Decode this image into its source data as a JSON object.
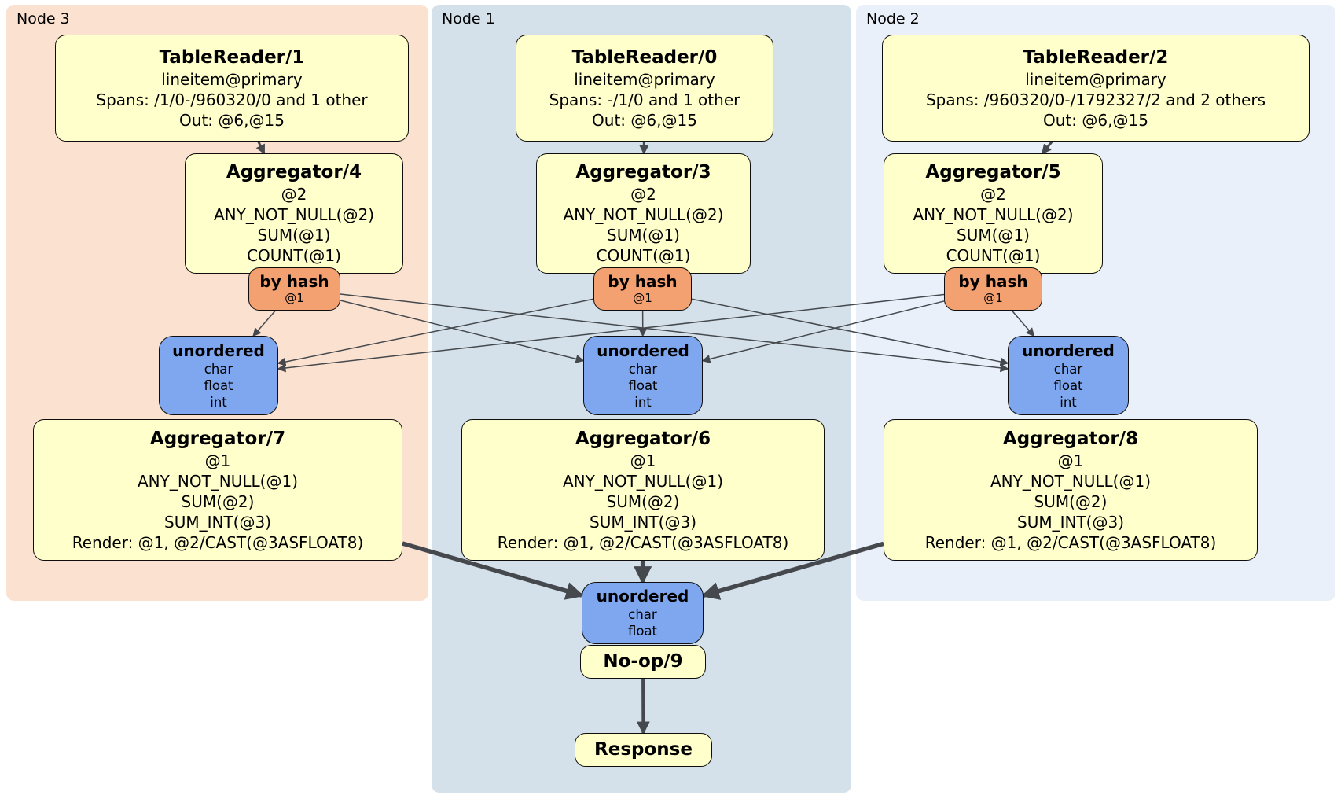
{
  "regions": [
    {
      "id": "node3",
      "label": "Node 3",
      "bg": "#fbe1d0"
    },
    {
      "id": "node1",
      "label": "Node 1",
      "bg": "#d4e1ea"
    },
    {
      "id": "node2",
      "label": "Node 2",
      "bg": "#eaf0f9"
    }
  ],
  "palette": {
    "processor_fill": "#ffffcc",
    "router_fill": "#f3a170",
    "sync_fill": "#7ea7ef",
    "edge": "#45494d",
    "border": "#0e0e0e"
  },
  "nodes": [
    {
      "id": "tr1",
      "region": "node3",
      "kind": "processor",
      "title": "TableReader/1",
      "lines": [
        "lineitem@primary",
        "Spans: /1/0-/960320/0 and 1 other",
        "Out: @6,@15"
      ]
    },
    {
      "id": "agg4",
      "region": "node3",
      "kind": "processor",
      "title": "Aggregator/4",
      "lines": [
        "@2",
        "ANY_NOT_NULL(@2)",
        "SUM(@1)",
        "COUNT(@1)"
      ]
    },
    {
      "id": "rt3",
      "region": "node3",
      "kind": "router",
      "title": "by hash",
      "lines": [
        "@1"
      ]
    },
    {
      "id": "sy3",
      "region": "node3",
      "kind": "sync",
      "title": "unordered",
      "lines": [
        "char",
        "float",
        "int"
      ]
    },
    {
      "id": "agg7",
      "region": "node3",
      "kind": "processor",
      "title": "Aggregator/7",
      "lines": [
        "@1",
        "ANY_NOT_NULL(@1)",
        "SUM(@2)",
        "SUM_INT(@3)",
        "Render: @1, @2/CAST(@3ASFLOAT8)"
      ]
    },
    {
      "id": "tr0",
      "region": "node1",
      "kind": "processor",
      "title": "TableReader/0",
      "lines": [
        "lineitem@primary",
        "Spans: -/1/0 and 1 other",
        "Out: @6,@15"
      ]
    },
    {
      "id": "agg3",
      "region": "node1",
      "kind": "processor",
      "title": "Aggregator/3",
      "lines": [
        "@2",
        "ANY_NOT_NULL(@2)",
        "SUM(@1)",
        "COUNT(@1)"
      ]
    },
    {
      "id": "rt1",
      "region": "node1",
      "kind": "router",
      "title": "by hash",
      "lines": [
        "@1"
      ]
    },
    {
      "id": "sy1",
      "region": "node1",
      "kind": "sync",
      "title": "unordered",
      "lines": [
        "char",
        "float",
        "int"
      ]
    },
    {
      "id": "agg6",
      "region": "node1",
      "kind": "processor",
      "title": "Aggregator/6",
      "lines": [
        "@1",
        "ANY_NOT_NULL(@1)",
        "SUM(@2)",
        "SUM_INT(@3)",
        "Render: @1, @2/CAST(@3ASFLOAT8)"
      ]
    },
    {
      "id": "syf",
      "region": "node1",
      "kind": "sync",
      "title": "unordered",
      "lines": [
        "char",
        "float"
      ]
    },
    {
      "id": "noop",
      "region": "node1",
      "kind": "processor",
      "title": "No-op/9",
      "lines": []
    },
    {
      "id": "resp",
      "region": "node1",
      "kind": "processor",
      "title": "Response",
      "lines": []
    },
    {
      "id": "tr2",
      "region": "node2",
      "kind": "processor",
      "title": "TableReader/2",
      "lines": [
        "lineitem@primary",
        "Spans: /960320/0-/1792327/2 and 2 others",
        "Out: @6,@15"
      ]
    },
    {
      "id": "agg5",
      "region": "node2",
      "kind": "processor",
      "title": "Aggregator/5",
      "lines": [
        "@2",
        "ANY_NOT_NULL(@2)",
        "SUM(@1)",
        "COUNT(@1)"
      ]
    },
    {
      "id": "rt2",
      "region": "node2",
      "kind": "router",
      "title": "by hash",
      "lines": [
        "@1"
      ]
    },
    {
      "id": "sy2",
      "region": "node2",
      "kind": "sync",
      "title": "unordered",
      "lines": [
        "char",
        "float",
        "int"
      ]
    },
    {
      "id": "agg8",
      "region": "node2",
      "kind": "processor",
      "title": "Aggregator/8",
      "lines": [
        "@1",
        "ANY_NOT_NULL(@1)",
        "SUM(@2)",
        "SUM_INT(@3)",
        "Render: @1, @2/CAST(@3ASFLOAT8)"
      ]
    }
  ],
  "edges": [
    {
      "from": "tr1",
      "to": "agg4",
      "style": "mid"
    },
    {
      "from": "tr0",
      "to": "agg3",
      "style": "mid"
    },
    {
      "from": "tr2",
      "to": "agg5",
      "style": "mid"
    },
    {
      "from": "rt3",
      "to": "sy3",
      "style": "thin"
    },
    {
      "from": "rt3",
      "to": "sy1",
      "style": "thin"
    },
    {
      "from": "rt3",
      "to": "sy2",
      "style": "thin"
    },
    {
      "from": "rt1",
      "to": "sy3",
      "style": "thin"
    },
    {
      "from": "rt1",
      "to": "sy1",
      "style": "thin"
    },
    {
      "from": "rt1",
      "to": "sy2",
      "style": "thin"
    },
    {
      "from": "rt2",
      "to": "sy3",
      "style": "thin"
    },
    {
      "from": "rt2",
      "to": "sy1",
      "style": "thin"
    },
    {
      "from": "rt2",
      "to": "sy2",
      "style": "thin"
    },
    {
      "from": "agg7",
      "to": "syf",
      "style": "thick"
    },
    {
      "from": "agg6",
      "to": "syf",
      "style": "thick"
    },
    {
      "from": "agg8",
      "to": "syf",
      "style": "thick"
    },
    {
      "from": "noop",
      "to": "resp",
      "style": "arrow"
    }
  ]
}
